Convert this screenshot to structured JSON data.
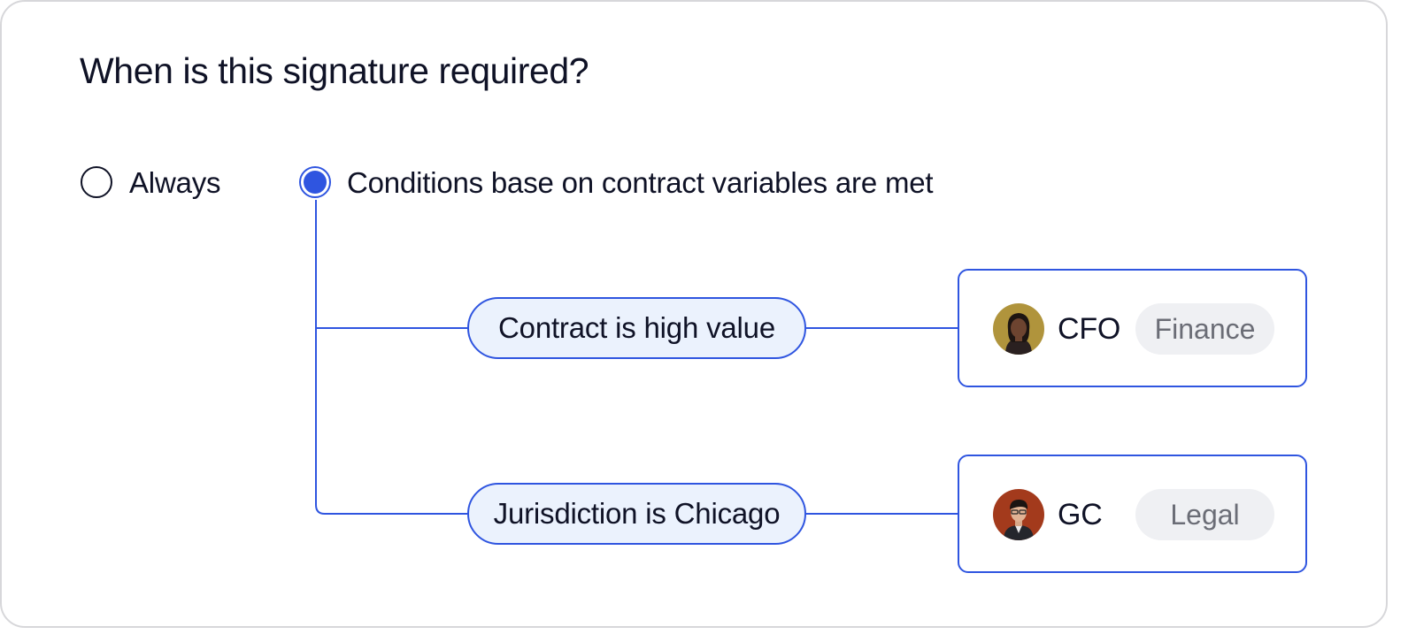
{
  "question": "When is this signature required?",
  "options": {
    "always": {
      "label": "Always",
      "selected": false
    },
    "conditional": {
      "label": "Conditions base on contract variables are met",
      "selected": true
    }
  },
  "conditions": [
    {
      "label": "Contract is high value",
      "signer": {
        "role": "CFO",
        "department": "Finance",
        "avatar": "woman-avatar"
      }
    },
    {
      "label": "Jurisdiction is Chicago",
      "signer": {
        "role": "GC",
        "department": "Legal",
        "avatar": "man-avatar"
      }
    }
  ],
  "colors": {
    "accent": "#2f55e0",
    "pill_fill": "#ebf2fd",
    "tag_fill": "#eff0f3",
    "tag_text": "#6b6d76",
    "text": "#0f1226"
  }
}
